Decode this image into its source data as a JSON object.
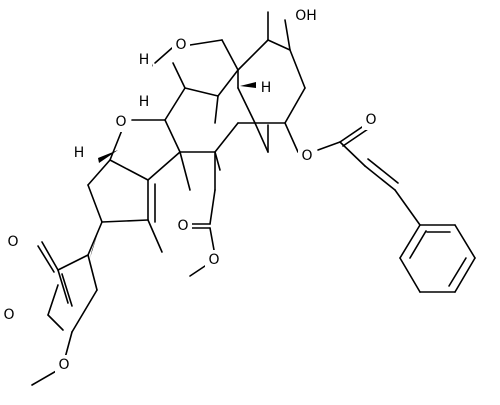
{
  "atoms": {
    "o_furan_top": "O",
    "o_hydroxyl": "OH",
    "h_top_left": "H",
    "h_top_right": "H",
    "h_mid_left": "H",
    "o_furan_mid": "O",
    "h_left": "H",
    "o_ester_carbonyl": "O",
    "o_ester_link": "O",
    "o_lactone_carbonyl": "O",
    "o_acetate_carbonyl": "O",
    "o_methyl_ester": "O",
    "o_lactone_ring": "O",
    "o_methoxy": "O"
  }
}
